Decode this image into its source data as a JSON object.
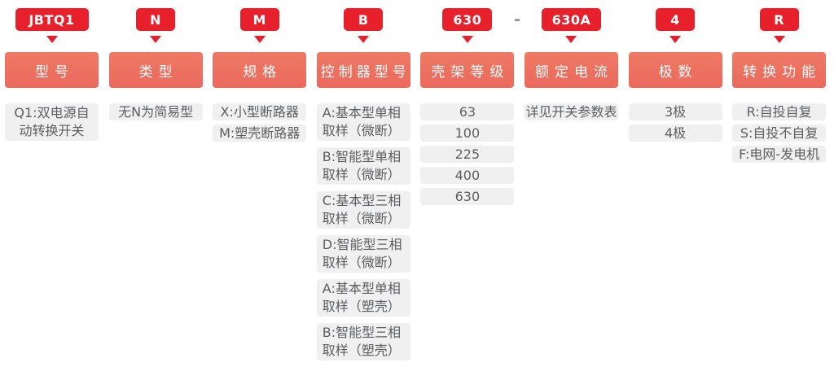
{
  "colors": {
    "badge_red": "#e7202b",
    "header_salmon": "#ed7160",
    "option_box_bg": "#f0f0f1",
    "option_text": "#5d5e60",
    "separator_gray": "#8c8c8c"
  },
  "separator": "-",
  "columns": [
    {
      "code": "JBTQ1",
      "label": "型号",
      "options": [
        "Q1:双电源自\n动转换开关"
      ]
    },
    {
      "code": "N",
      "label": "类型",
      "options": [
        "无N为简易型"
      ]
    },
    {
      "code": "M",
      "label": "规格",
      "options": [
        "X:小型断路器",
        "M:塑壳断路器"
      ]
    },
    {
      "code": "B",
      "label": "控制器型号",
      "options": [
        "A:基本型单相\n取样（微断）",
        "B:智能型单相\n取样（微断）",
        "C:基本型三相\n取样（微断）",
        "D:智能型三相\n取样（微断）",
        "A:基本型单相\n取样（塑壳）",
        "B:智能型三相\n取样（塑壳）"
      ]
    },
    {
      "code": "630",
      "label": "壳架等级",
      "options": [
        "63",
        "100",
        "225",
        "400",
        "630"
      ]
    },
    {
      "code": "630A",
      "label": "额定电流",
      "options": [
        "详见开关参数表"
      ]
    },
    {
      "code": "4",
      "label": "极数",
      "options": [
        "3极",
        "4极"
      ]
    },
    {
      "code": "R",
      "label": "转换功能",
      "options": [
        "R:自投自复",
        "S:自投不自复",
        "F:电网-发电机"
      ]
    }
  ]
}
